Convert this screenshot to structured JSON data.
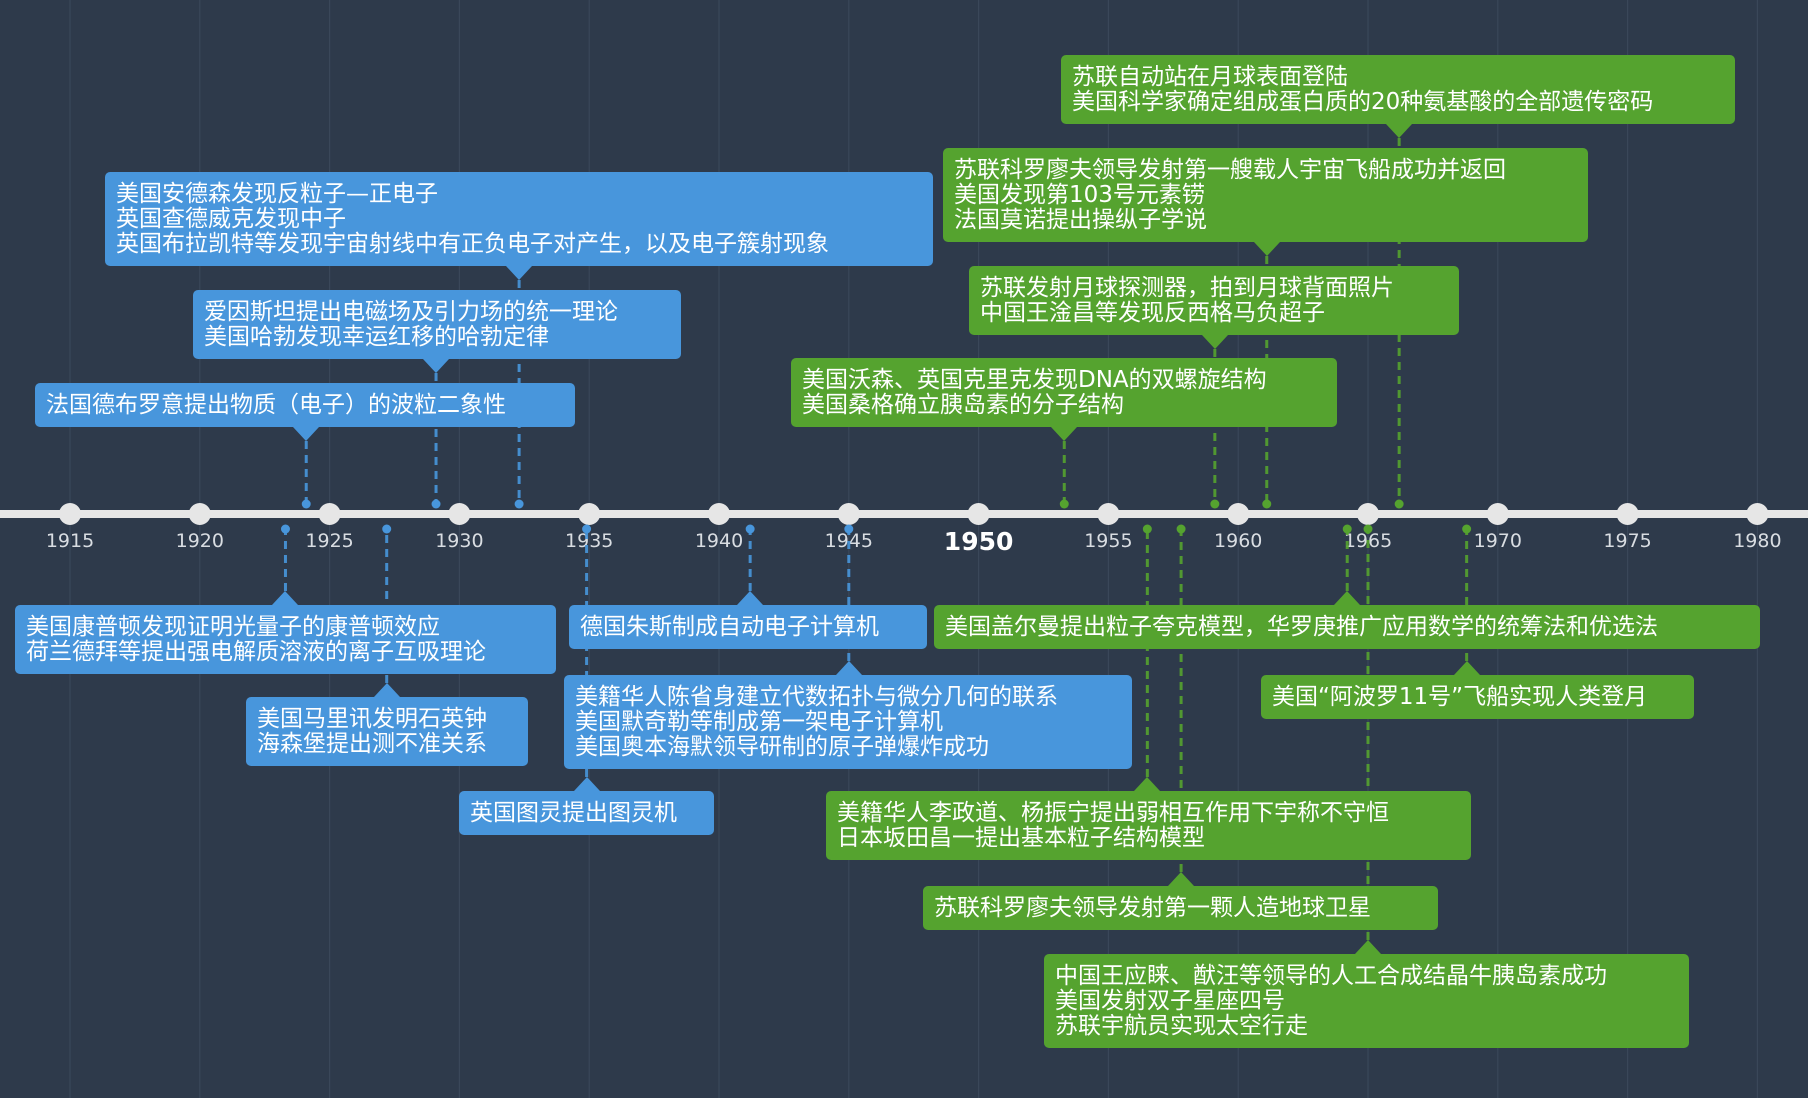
{
  "axis": {
    "ticks": [
      "1915",
      "1920",
      "1925",
      "1930",
      "1935",
      "1940",
      "1945",
      "1950",
      "1955",
      "1960",
      "1965",
      "1970",
      "1975",
      "1980"
    ],
    "highlight": "1950"
  },
  "colors": {
    "background": "#2e3a4b",
    "axis": "#e6e6e6",
    "blue": "#4896dc",
    "green": "#55a32f"
  },
  "events_above": [
    {
      "year": 1924.1,
      "color": "blue",
      "lines": [
        "法国德布罗意提出物质（电子）的波粒二象性"
      ]
    },
    {
      "year": 1929.1,
      "color": "blue",
      "lines": [
        "爱因斯坦提出电磁场及引力场的统一理论",
        "美国哈勃发现幸运红移的哈勃定律"
      ]
    },
    {
      "year": 1932.3,
      "color": "blue",
      "lines": [
        "美国安德森发现反粒子—正电子",
        "英国查德威克发现中子",
        "英国布拉凯特等发现宇宙射线中有正负电子对产生，以及电子簇射现象"
      ]
    },
    {
      "year": 1953.3,
      "color": "green",
      "lines": [
        "美国沃森、英国克里克发现DNA的双螺旋结构",
        "美国桑格确立胰岛素的分子结构"
      ]
    },
    {
      "year": 1959.1,
      "color": "green",
      "lines": [
        "苏联发射月球探测器，拍到月球背面照片",
        "中国王淦昌等发现反西格马负超子"
      ]
    },
    {
      "year": 1961.1,
      "color": "green",
      "lines": [
        "苏联科罗廖夫领导发射第一艘载人宇宙飞船成功并返回",
        "美国发现第103号元素铹",
        "法国莫诺提出操纵子学说"
      ]
    },
    {
      "year": 1966.2,
      "color": "green",
      "lines": [
        "苏联自动站在月球表面登陆",
        "美国科学家确定组成蛋白质的20种氨基酸的全部遗传密码"
      ]
    }
  ],
  "events_below": [
    {
      "year": 1923.3,
      "color": "blue",
      "lines": [
        "美国康普顿发现证明光量子的康普顿效应",
        "荷兰德拜等提出强电解质溶液的离子互吸理论"
      ]
    },
    {
      "year": 1927.2,
      "color": "blue",
      "lines": [
        "美国马里讯发明石英钟",
        "海森堡提出测不准关系"
      ]
    },
    {
      "year": 1934.9,
      "color": "blue",
      "lines": [
        "英国图灵提出图灵机"
      ]
    },
    {
      "year": 1941.2,
      "color": "blue",
      "lines": [
        "德国朱斯制成自动电子计算机"
      ]
    },
    {
      "year": 1945.0,
      "color": "blue",
      "lines": [
        "美籍华人陈省身建立代数拓扑与微分几何的联系",
        "美国默奇勒等制成第一架电子计算机",
        "美国奥本海默领导研制的原子弹爆炸成功"
      ]
    },
    {
      "year": 1956.5,
      "color": "green",
      "lines": [
        "美籍华人李政道、杨振宁提出弱相互作用下宇称不守恒",
        "日本坂田昌一提出基本粒子结构模型"
      ]
    },
    {
      "year": 1957.8,
      "color": "green",
      "lines": [
        "苏联科罗廖夫领导发射第一颗人造地球卫星"
      ]
    },
    {
      "year": 1964.2,
      "color": "green",
      "lines": [
        "美国盖尔曼提出粒子夸克模型，华罗庚推广应用数学的统筹法和优选法"
      ]
    },
    {
      "year": 1965.0,
      "color": "green",
      "lines": [
        "中国王应睐、猷汪等领导的人工合成结晶牛胰岛素成功",
        "美国发射双子星座四号",
        "苏联宇航员实现太空行走"
      ]
    },
    {
      "year": 1968.8,
      "color": "green",
      "lines": [
        "美国“阿波罗11号”飞船实现人类登月"
      ]
    }
  ]
}
